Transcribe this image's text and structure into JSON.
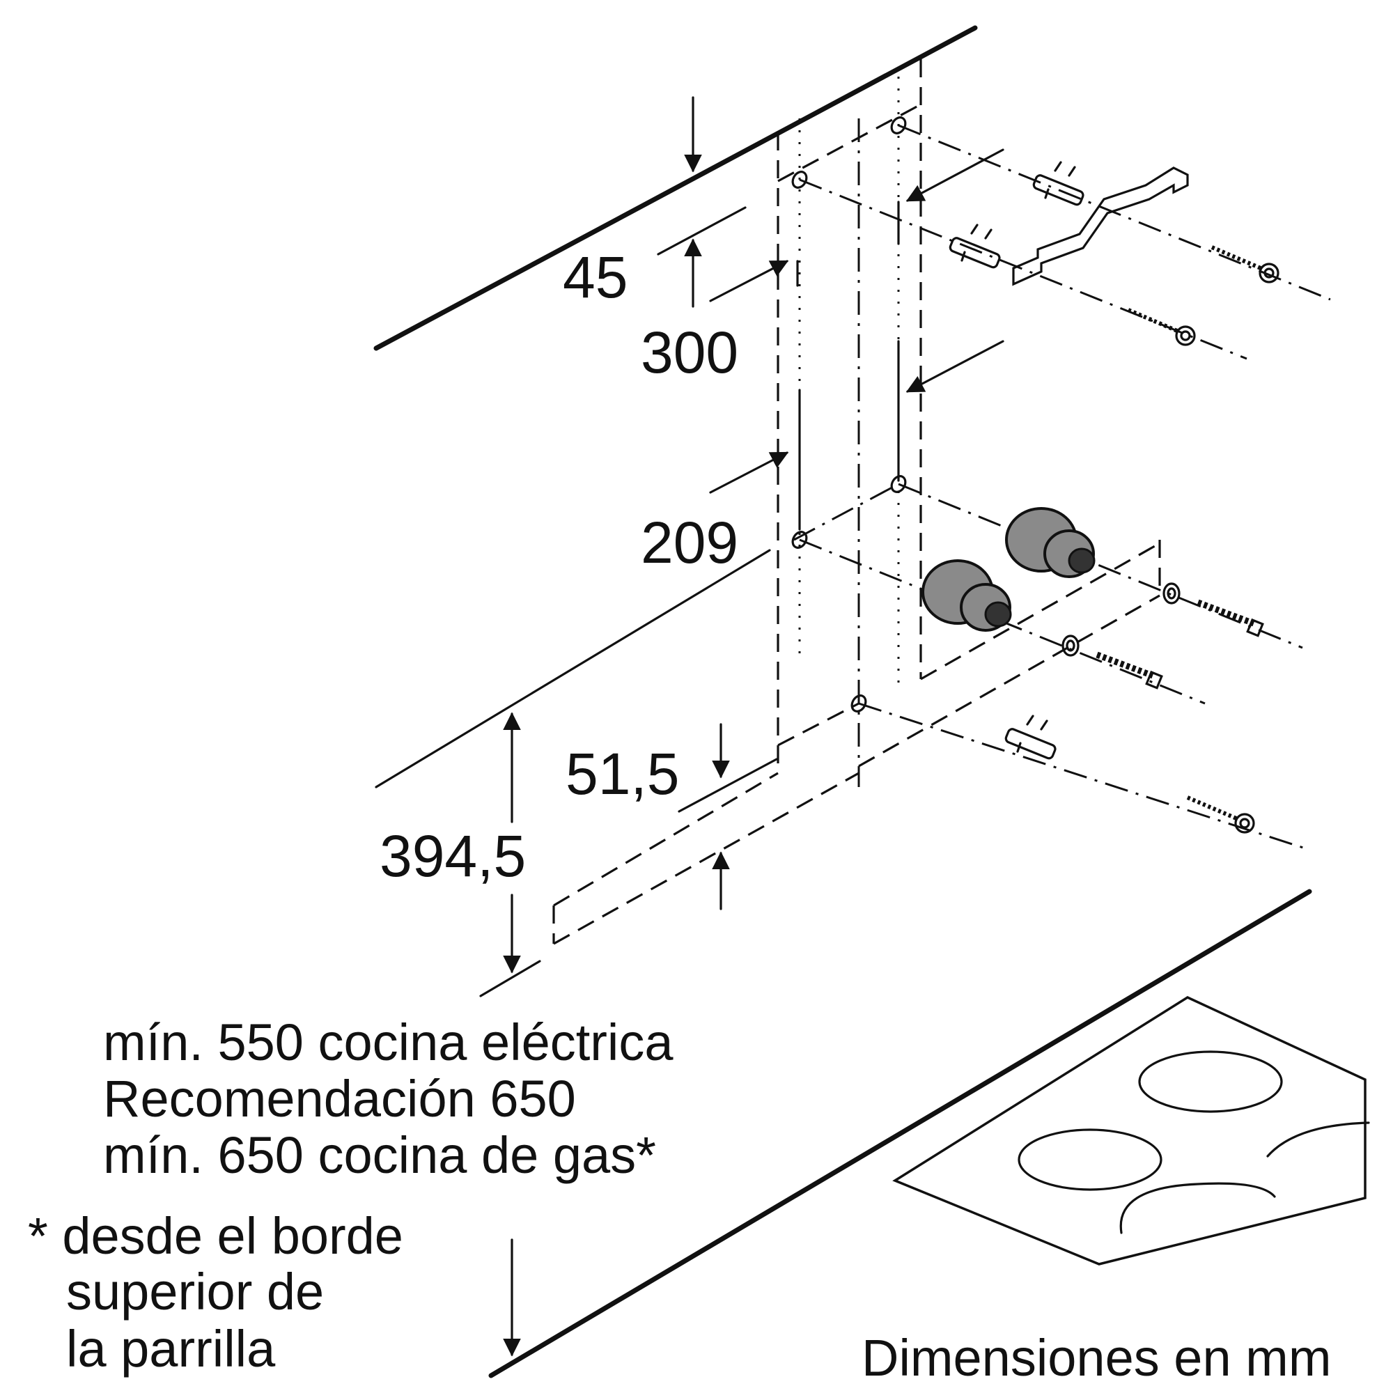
{
  "dimensions": {
    "d45": "45",
    "d300": "300",
    "d209": "209",
    "d51_5": "51,5",
    "d394_5": "394,5"
  },
  "notes": {
    "line1": "mín. 550 cocina eléctrica",
    "line2": "Recomendación 650",
    "line3": "mín. 650 cocina de gas*"
  },
  "footnote": {
    "line1": "* desde el borde",
    "line2": "superior de",
    "line3": "la parrilla"
  },
  "units_label": "Dimensiones en mm",
  "colors": {
    "ink": "#111111",
    "plug_fill": "#8a8a8a",
    "background": "#ffffff"
  }
}
